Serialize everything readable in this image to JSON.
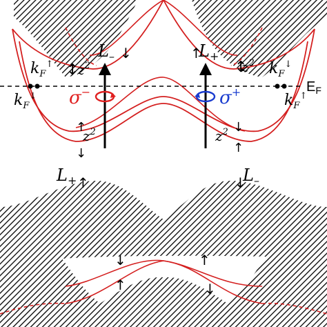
{
  "colors": {
    "band": "#d41f1f",
    "sigma_minus": "#e02020",
    "sigma_plus": "#1a3ccf",
    "hatch": "#000000"
  },
  "labels": {
    "fermi_level": "E",
    "fermi_sub": "F",
    "L_minus_upper": "L",
    "L_minus_upper_sub": "–",
    "L_plus_upper": "L",
    "L_plus_upper_sub": "+",
    "L_plus_lower": "L",
    "L_plus_lower_sub": "+",
    "L_minus_lower": "L",
    "L_minus_lower_sub": "–",
    "z2": "z",
    "z2_sup": "2",
    "kF": "k",
    "kF_sub": "F",
    "sigma_minus": "σ",
    "sigma_minus_sup": "−",
    "sigma_plus": "σ",
    "sigma_plus_sup": "+"
  },
  "spin_arrows": {
    "up": "↑",
    "down": "↓",
    "updown": "↕"
  },
  "icons": {
    "polarization": "circular-arrow-icon",
    "transition": "vertical-arrow-icon"
  }
}
